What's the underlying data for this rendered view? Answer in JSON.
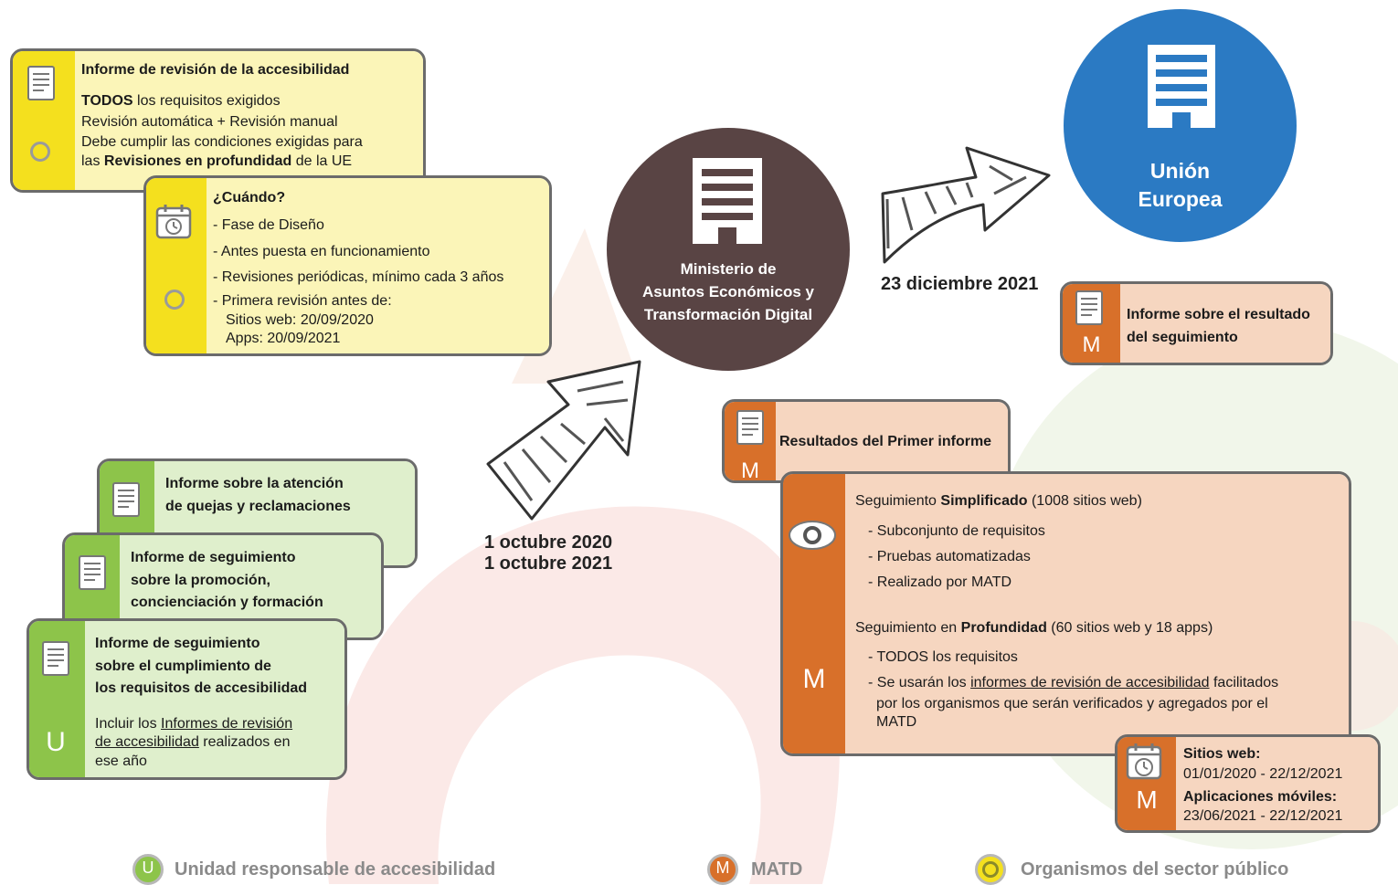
{
  "card1": {
    "title": "Informe de revisión de la accesibilidad",
    "line1_bold": "TODOS",
    "line1_rest": " los requisitos exigidos",
    "line2": "Revisión automática + Revisión manual",
    "line3": "Debe cumplir las condiciones exigidas para",
    "line4_pre": "las ",
    "line4_bold": "Revisiones en profundidad",
    "line4_post": " de la UE"
  },
  "card2": {
    "title": "¿Cuándo?",
    "items": [
      "- Fase de Diseño",
      "- Antes puesta en funcionamiento",
      "- Revisiones periódicas, mínimo cada 3 años",
      "- Primera revisión antes de:"
    ],
    "sub1": "Sitios web: 20/09/2020",
    "sub2": "Apps: 20/09/2021"
  },
  "ministry": {
    "line1": "Ministerio de",
    "line2": "Asuntos Económicos y",
    "line3": "Transformación Digital"
  },
  "eu": {
    "line1": "Unión",
    "line2": "Europea"
  },
  "dates": {
    "eu_date": "23 diciembre 2021",
    "ministry_date1": "1 octubre 2020",
    "ministry_date2": "1 octubre 2021"
  },
  "eu_report": {
    "line1": "Informe sobre el resultado",
    "line2": "del seguimiento",
    "letter": "M"
  },
  "first_report": {
    "title": "Resultados del Primer informe",
    "letter": "M"
  },
  "monitor": {
    "s1_pre": "Seguimiento ",
    "s1_bold": "Simplificado",
    "s1_post": " (1008 sitios web)",
    "s1_items": [
      "- Subconjunto de requisitos",
      "- Pruebas automatizadas",
      "- Realizado por MATD"
    ],
    "s2_pre": "Seguimiento en ",
    "s2_bold": "Profundidad",
    "s2_post": " (60 sitios web y 18 apps)",
    "s2_item1": "- TODOS los requisitos",
    "s2_item2_pre": "- Se usarán los ",
    "s2_item2_link": "informes de revisión de accesibilidad",
    "s2_item2_post": " facilitados",
    "s2_item2_line2": "por los organismos que serán verificados y agregados por el",
    "s2_item2_line3": "MATD",
    "letter": "M"
  },
  "schedule": {
    "web_label": "Sitios web:",
    "web_range": "01/01/2020 - 22/12/2021",
    "apps_label": "Aplicaciones móviles:",
    "apps_range": "23/06/2021 - 22/12/2021",
    "letter": "M"
  },
  "green1": {
    "line1": "Informe sobre la atención",
    "line2": "de quejas y reclamaciones"
  },
  "green2": {
    "line1": "Informe de seguimiento",
    "line2": "sobre la promoción,",
    "line3": "concienciación y formación"
  },
  "green3": {
    "line1": "Informe de seguimiento",
    "line2": "sobre el cumplimiento de",
    "line3": "los requisitos de accesibilidad",
    "inc_pre": "Incluir los ",
    "inc_link1": "Informes de revisión",
    "inc_link2": "de accesibilidad",
    "inc_post": " realizados en",
    "inc_line3": "ese año",
    "letter": "U"
  },
  "legend": {
    "u_letter": "U",
    "u_label": "Unidad responsable de accesibilidad",
    "m_letter": "M",
    "m_label": "MATD",
    "o_label": "Organismos del sector público"
  },
  "colors": {
    "ministry": "#594444",
    "eu": "#2b7ac3",
    "yellow": "#f4e01e",
    "green": "#8dc44a",
    "orange": "#d8702a"
  }
}
